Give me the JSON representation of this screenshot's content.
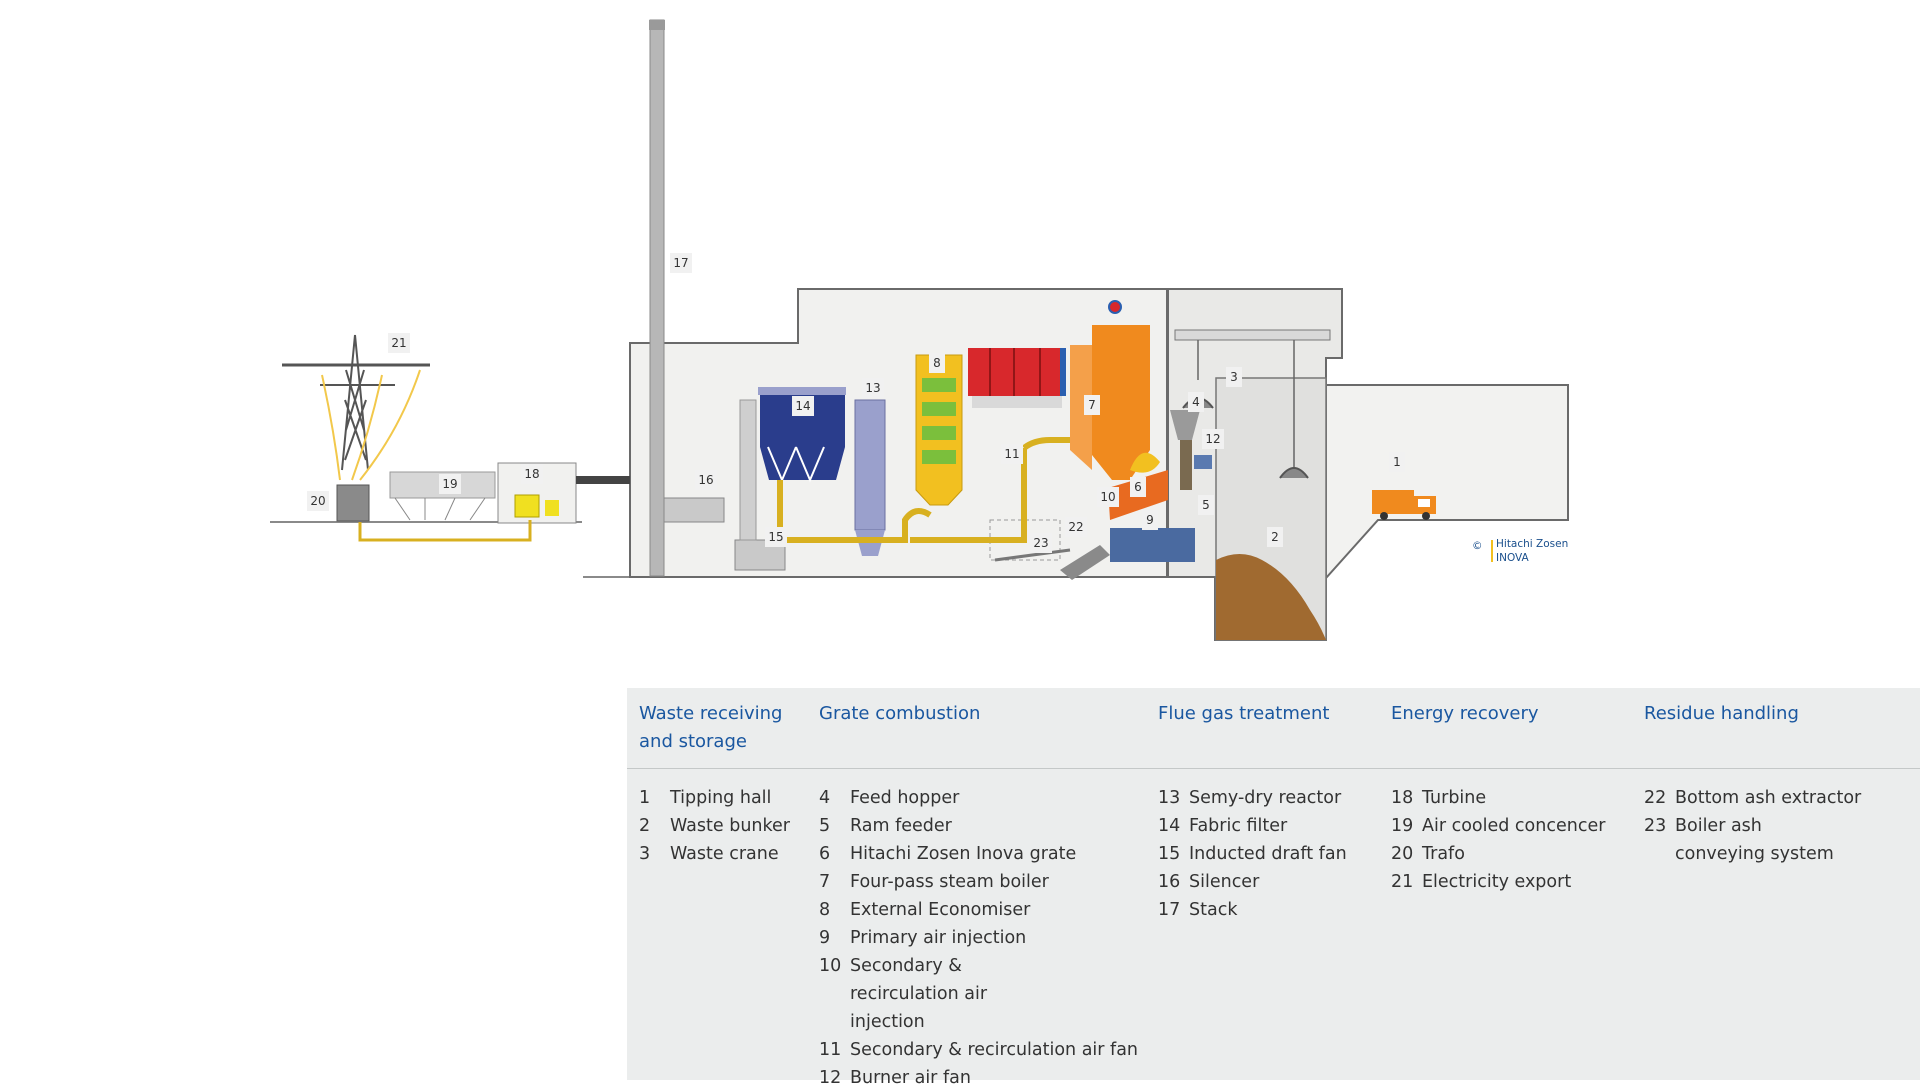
{
  "diagram": {
    "copyright_symbol": "©",
    "copyright_line1": "Hitachi Zosen",
    "copyright_line2": "INOVA",
    "colors": {
      "building": "#f1f1ef",
      "outline": "#555555",
      "boiler": "#f08a1e",
      "economiser": "#f2c020",
      "economiser_pack": "#7bbf3c",
      "filter": "#2a3d8c",
      "reactor": "#9aa0cc",
      "heat_exchanger": "#d8282c",
      "duct": "#d8b020",
      "waste": "#a06a30",
      "turbine": "#f0e020",
      "truck": "#f08a1e",
      "power_lines": "#f2c84b"
    },
    "labels": [
      "1",
      "2",
      "3",
      "4",
      "5",
      "6",
      "7",
      "8",
      "9",
      "10",
      "11",
      "12",
      "13",
      "14",
      "15",
      "16",
      "17",
      "18",
      "19",
      "20",
      "21",
      "22",
      "23"
    ]
  },
  "legend": {
    "columns": [
      {
        "heading": "Waste receiving and storage",
        "items": [
          {
            "n": "1",
            "text": "Tipping hall"
          },
          {
            "n": "2",
            "text": "Waste bunker"
          },
          {
            "n": "3",
            "text": "Waste crane"
          }
        ]
      },
      {
        "heading": "Grate combustion",
        "items": [
          {
            "n": "4",
            "text": "Feed hopper"
          },
          {
            "n": "5",
            "text": "Ram feeder"
          },
          {
            "n": "6",
            "text": "Hitachi Zosen Inova grate"
          },
          {
            "n": "7",
            "text": "Four-pass steam boiler"
          },
          {
            "n": "8",
            "text": "External Economiser"
          },
          {
            "n": "9",
            "text": "Primary air injection"
          },
          {
            "n": "10",
            "text": "Secondary & recirculation air injection"
          },
          {
            "n": "11",
            "text": "Secondary & recirculation air fan"
          },
          {
            "n": "12",
            "text": "Burner air fan"
          }
        ]
      },
      {
        "heading": "Flue gas treatment",
        "items": [
          {
            "n": "13",
            "text": "Semy-dry reactor"
          },
          {
            "n": "14",
            "text": "Fabric filter"
          },
          {
            "n": "15",
            "text": "Inducted draft fan"
          },
          {
            "n": "16",
            "text": "Silencer"
          },
          {
            "n": "17",
            "text": "Stack"
          }
        ]
      },
      {
        "heading": "Energy recovery",
        "items": [
          {
            "n": "18",
            "text": "Turbine"
          },
          {
            "n": "19",
            "text": "Air cooled concencer"
          },
          {
            "n": "20",
            "text": "Trafo"
          },
          {
            "n": "21",
            "text": "Electricity export"
          }
        ]
      },
      {
        "heading": "Residue handling",
        "items": [
          {
            "n": "22",
            "text": "Bottom ash extractor"
          },
          {
            "n": "23",
            "text": "Boiler ash conveying system"
          }
        ]
      }
    ]
  }
}
